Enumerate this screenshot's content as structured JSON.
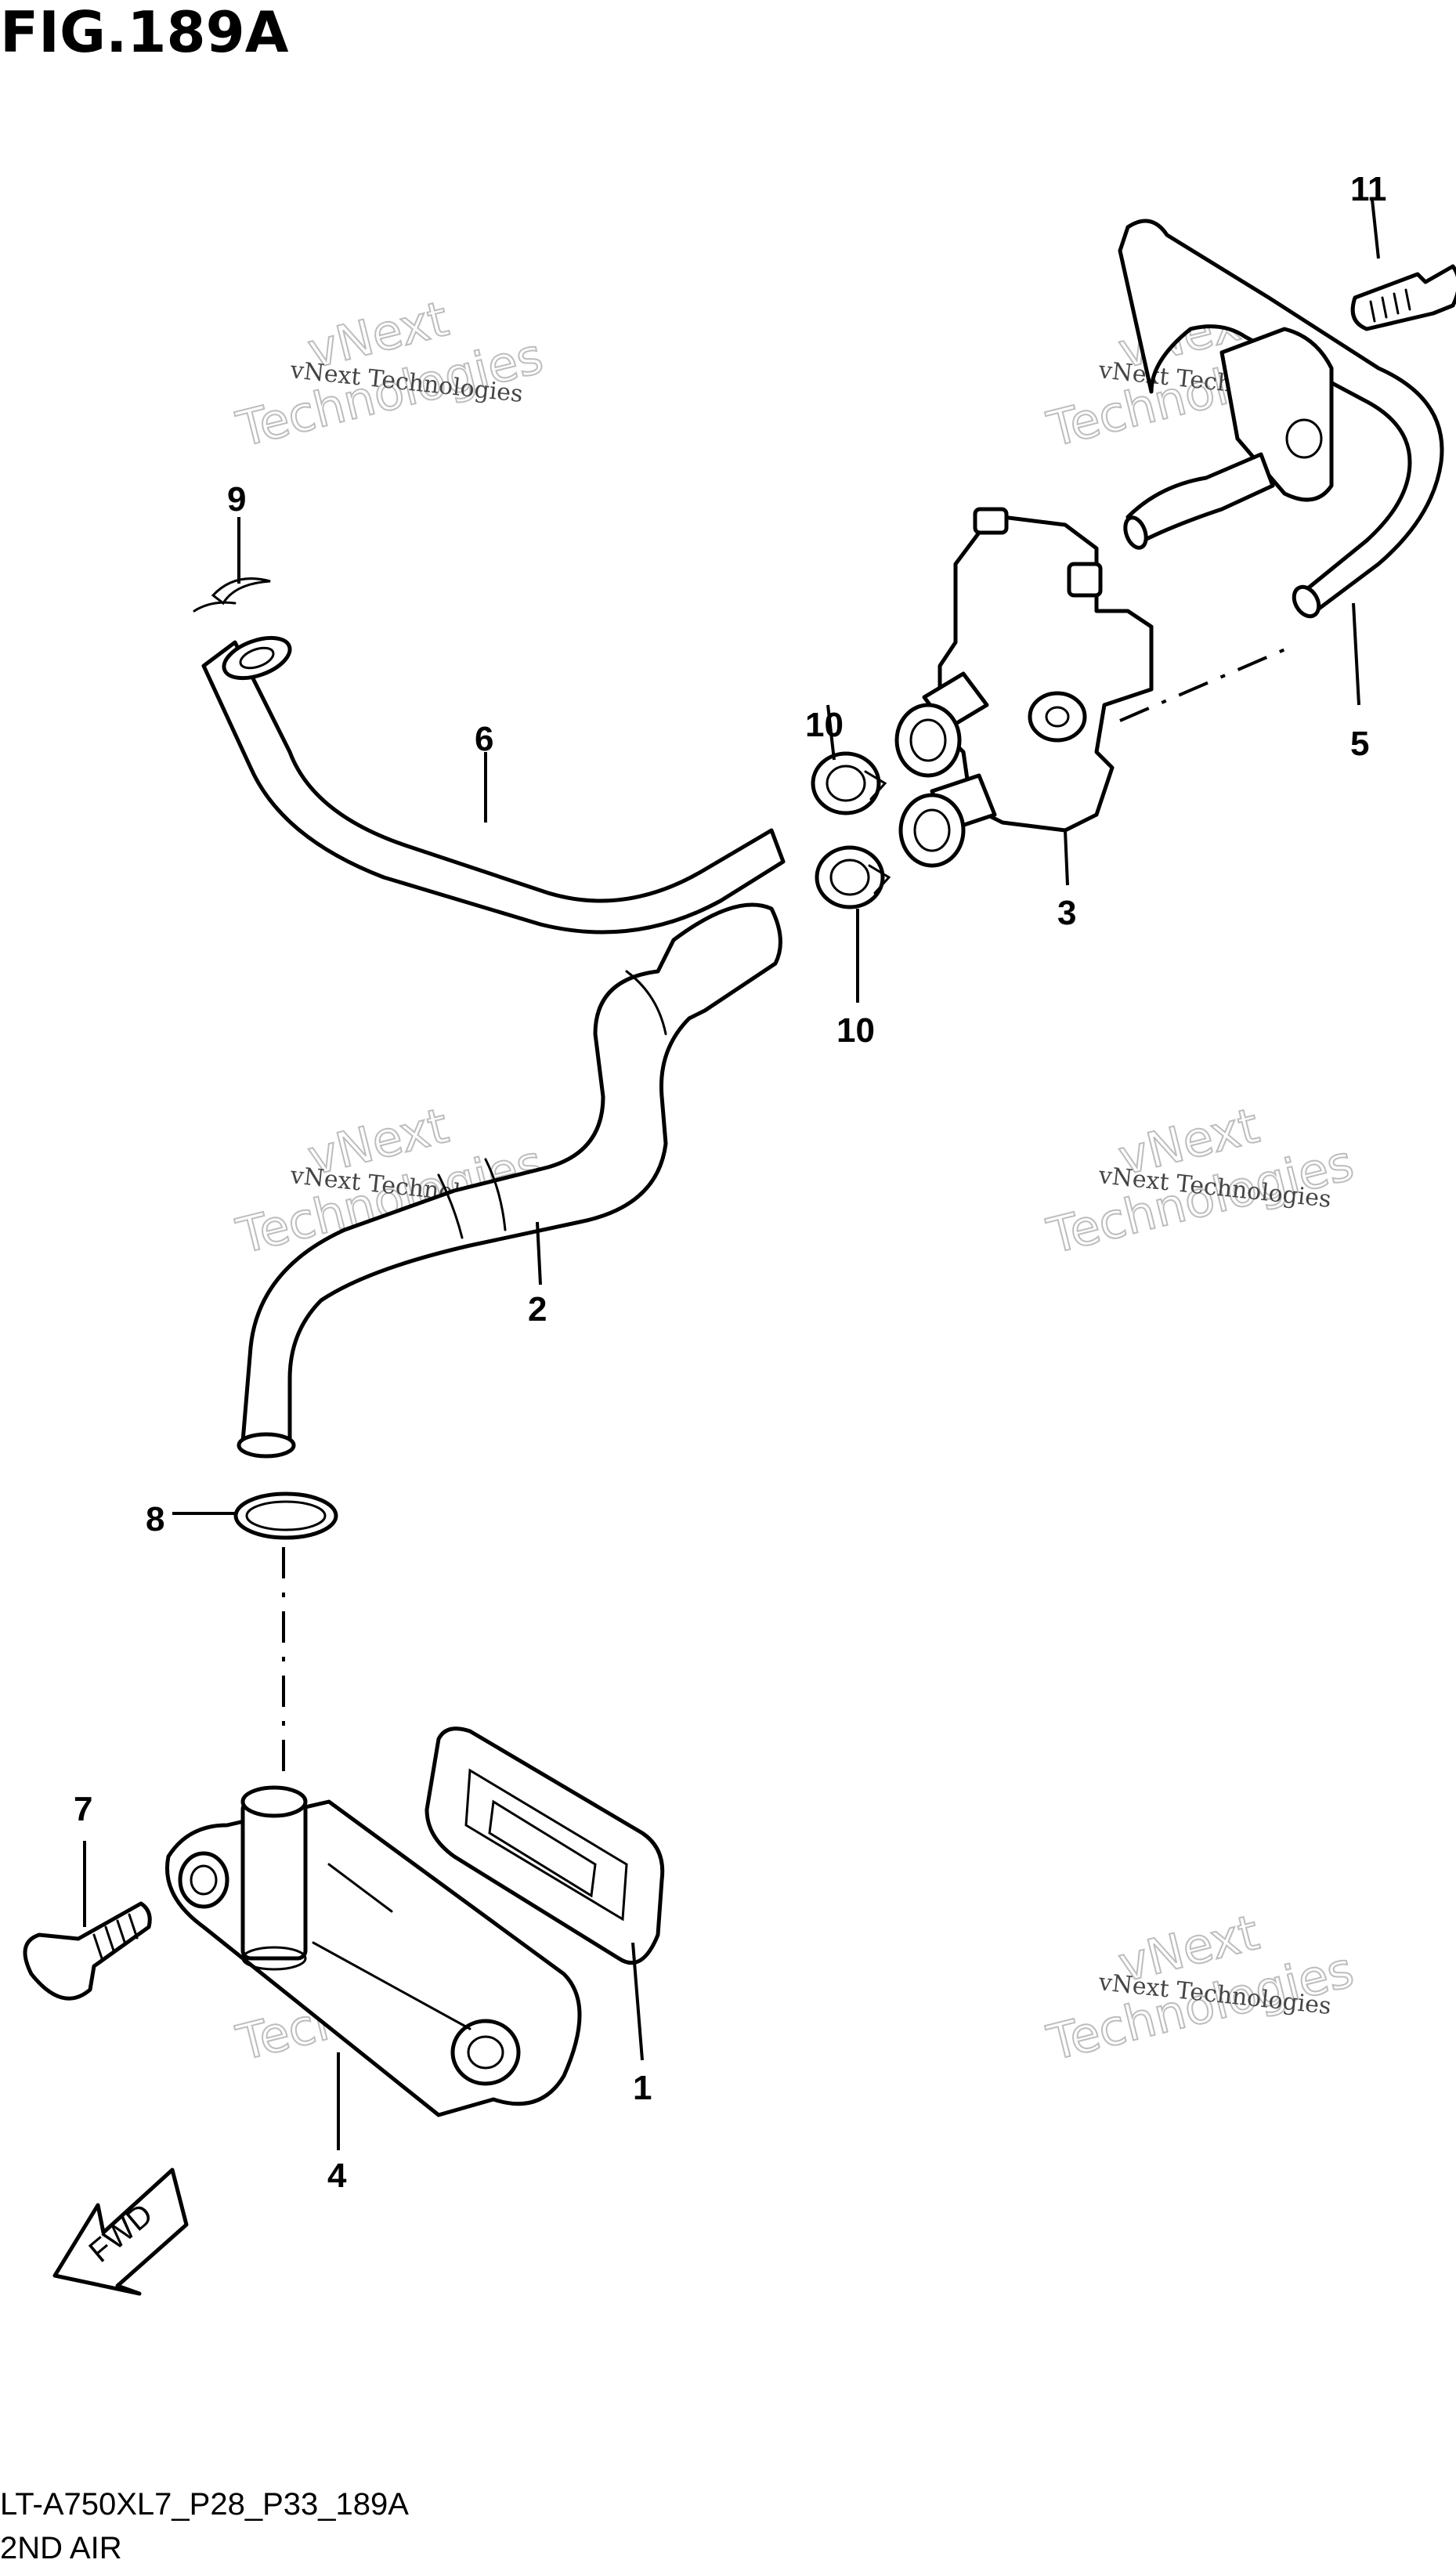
{
  "figure": {
    "title": "FIG.189A",
    "code": "LT-A750XL7_P28_P33_189A",
    "subtitle": "2ND AIR"
  },
  "watermark": {
    "small": "vNext Technologies",
    "big_line1": "vNext",
    "big_line2": "Technologies"
  },
  "callouts": [
    {
      "label": "1"
    },
    {
      "label": "2"
    },
    {
      "label": "3"
    },
    {
      "label": "4"
    },
    {
      "label": "5"
    },
    {
      "label": "6"
    },
    {
      "label": "7"
    },
    {
      "label": "8"
    },
    {
      "label": "9"
    },
    {
      "label": "10"
    },
    {
      "label": "10"
    },
    {
      "label": "11"
    }
  ],
  "direction": {
    "label": "FWD"
  }
}
